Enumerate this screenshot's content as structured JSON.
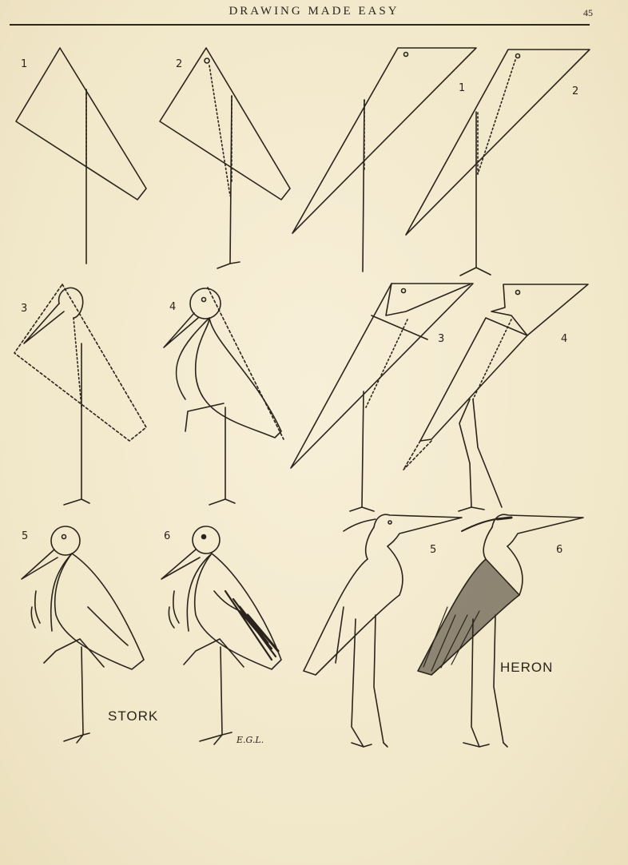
{
  "header": {
    "running_head": "DRAWING MADE EASY",
    "page_number": "45"
  },
  "stork": {
    "caption": "STORK",
    "step_labels": [
      "1",
      "2",
      "3",
      "4",
      "5",
      "6"
    ],
    "signature": "E.G.L."
  },
  "heron": {
    "caption": "HERON",
    "step_labels": [
      "1",
      "2",
      "3",
      "4",
      "5",
      "6"
    ]
  },
  "colors": {
    "paper": "#f4ecd2",
    "ink": "#2a241c"
  }
}
